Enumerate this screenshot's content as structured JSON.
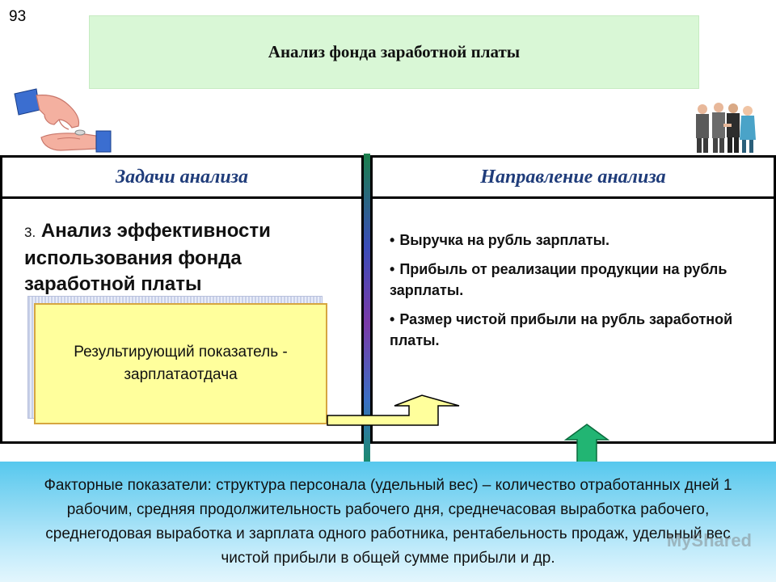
{
  "slide": {
    "number": "93"
  },
  "title": "Анализ фонда заработной платы",
  "left_panel": {
    "header": "Задачи анализа",
    "task_number": "3.",
    "task_text": "Анализ эффективности использования фонда заработной платы",
    "result_box": "Результирующий показатель - зарплатаотдача"
  },
  "right_panel": {
    "header": "Направление анализа",
    "items": [
      "Выручка на рубль зарплаты.",
      "Прибыль от реализации продукции на рубль зарплаты.",
      "Размер чистой прибыли на рубль заработной платы."
    ]
  },
  "bottom": {
    "text": "Факторные показатели: структура персонала (удельный вес) – количество отработанных дней 1 рабочим, средняя продолжительность рабочего дня, среднечасовая выработка рабочего, среднегодовая выработка и зарплата одного работника, рентабельность продаж, удельный вес чистой прибыли в общей сумме прибыли и др."
  },
  "watermark": "MyShared",
  "colors": {
    "title_bg": "#d9f7d6",
    "header_text": "#1f3c7a",
    "result_bg": "#ffff9c",
    "bottom_bg": "#56c8ee",
    "arrow_green": "#22b573"
  },
  "icons": [
    "hand-giving-coin-icon",
    "business-people-icon",
    "bent-arrow-icon",
    "up-arrow-icon"
  ]
}
